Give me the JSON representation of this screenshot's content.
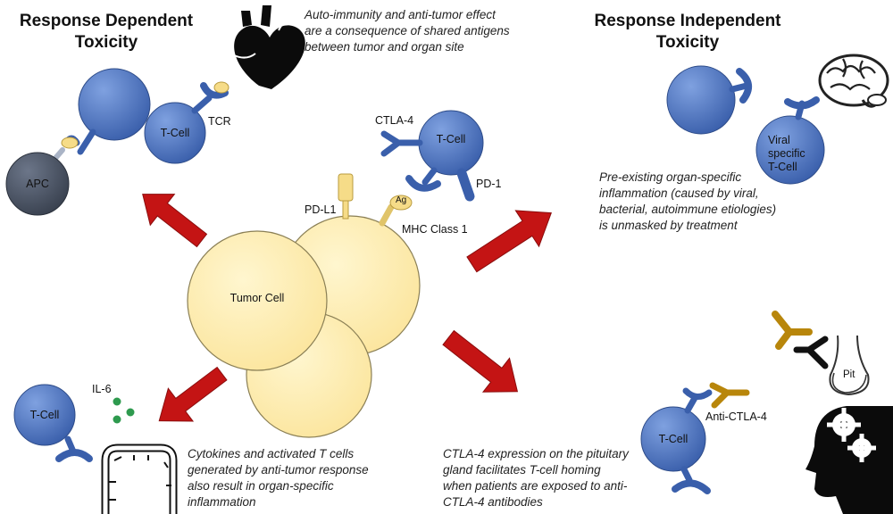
{
  "headings": {
    "left": [
      "Response Dependent",
      "Toxicity"
    ],
    "right": [
      "Response Independent",
      "Toxicity"
    ]
  },
  "notes": {
    "top": [
      "Auto-immunity and anti-tumor effect",
      "are a consequence of shared antigens",
      "between tumor and organ site"
    ],
    "right": [
      "Pre-existing organ-specific",
      "inflammation (caused by viral,",
      "bacterial, autoimmune etiologies)",
      "is unmasked by treatment"
    ],
    "bottom_left": [
      "Cytokines and activated T cells",
      "generated by anti-tumor response",
      "also result in organ-specific",
      "inflammation"
    ],
    "bottom_center": [
      "CTLA-4 expression on the pituitary",
      "gland facilitates T-cell homing",
      "when patients are exposed to anti-",
      "CTLA-4 antibodies"
    ]
  },
  "labels": {
    "tumor_cell": "Tumor Cell",
    "pd_l1": "PD-L1",
    "ag": "Ag",
    "mhc": "MHC Class 1",
    "tcr": "TCR",
    "apc": "APC",
    "tcell": "T-Cell",
    "ctla4": "CTLA-4",
    "pd1": "PD-1",
    "il6": "IL-6",
    "viral": [
      "Viral",
      "specific",
      "T-Cell"
    ],
    "anti_ctla4": "Anti-CTLA-4",
    "pit": "Pit"
  },
  "colors": {
    "cell_blue": "#4a72c0",
    "tumor_fill": "#fdeca8",
    "arrow_red": "#c41414",
    "apc_gray": "#4a5466",
    "antibody_gold": "#b8860b"
  }
}
